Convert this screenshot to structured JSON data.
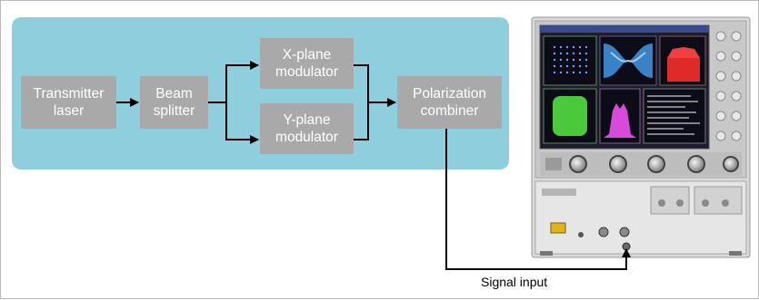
{
  "blocks": {
    "laser": "Transmitter\nlaser",
    "splitter": "Beam\nsplitter",
    "xmod": "X-plane\nmodulator",
    "ymod": "Y-plane\nmodulator",
    "combiner": "Polarization\ncombiner"
  },
  "caption": "Signal input",
  "colors": {
    "panel": "#8fcfdd",
    "block": "#a9a9a9",
    "block_text": "#ffffff",
    "wire": "#000000"
  },
  "instrument": {
    "screen_traces": [
      "constellation-grid",
      "eye-diagram",
      "spectrum-red",
      "constellation-green",
      "spectrum-magenta",
      "data-table"
    ]
  }
}
